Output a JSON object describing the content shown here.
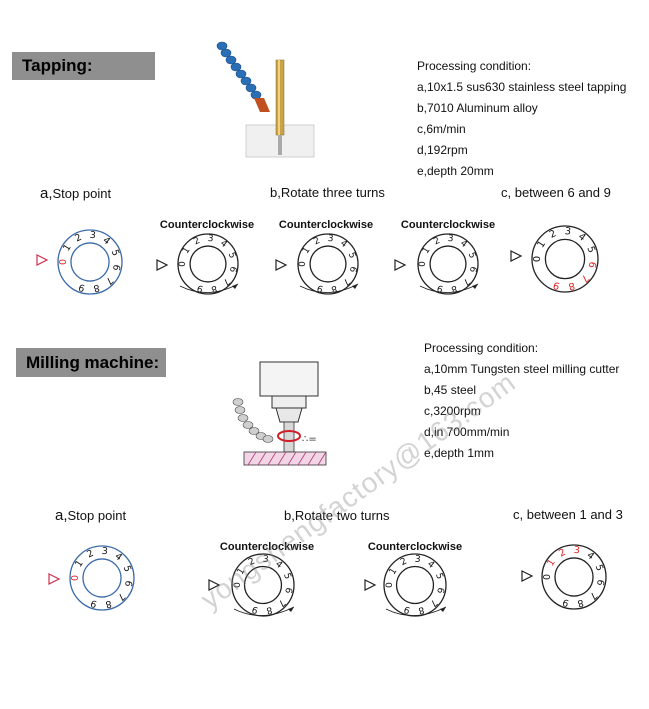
{
  "tapping": {
    "label": "Tapping:",
    "conditions_title": "Processing condition:",
    "conditions": [
      "a,10x1.5 sus630 stainless steel tapping",
      "b,7010 Aluminum alloy",
      "c,6m/min",
      "d,192rpm",
      "e,depth 20mm"
    ],
    "step_a": {
      "lead": "a,",
      "text": "Stop point"
    },
    "step_b": "b,Rotate three turns",
    "step_c": "c,  between 6 and 9",
    "ccw_labels": [
      "Counterclockwise",
      "Counterclockwise",
      "Counterclockwise"
    ]
  },
  "milling": {
    "label": "Milling machine:",
    "conditions_title": "Processing condition:",
    "conditions": [
      "a,10mm Tungsten steel milling cutter",
      "b,45 steel",
      "c,3200rpm",
      "d,in 700mm/min",
      "e,depth 1mm"
    ],
    "step_a": {
      "lead": "a,",
      "text": "Stop point"
    },
    "step_b": "b,Rotate two turns",
    "step_c": "c,  between 1 and 3",
    "ccw_labels": [
      "Counterclockwise",
      "Counterclockwise"
    ]
  },
  "dial_digits": [
    "0",
    "1",
    "2",
    "3",
    "4",
    "5",
    "6",
    "7",
    "8",
    "9"
  ],
  "watermark": "yongshengfactory@163.com",
  "colors": {
    "label_bg": "#8f8f8f",
    "stop_ring": "#3b6aa8",
    "highlight": "#e02020",
    "pointer_red": "#d0304a"
  }
}
